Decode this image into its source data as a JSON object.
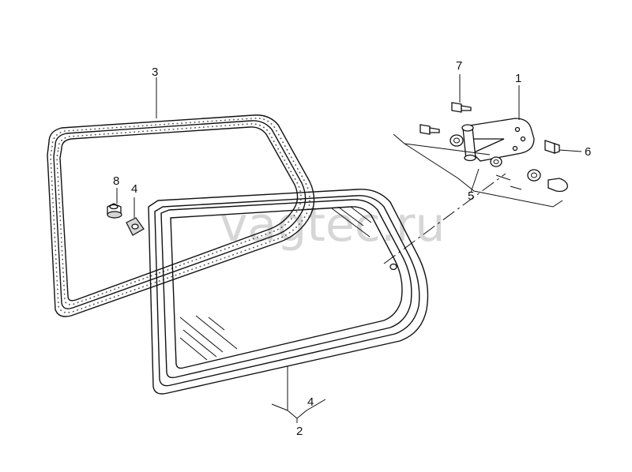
{
  "watermark": "vagtec.ru",
  "callouts": {
    "c1": "1",
    "c2": "2",
    "c3": "3",
    "c4a": "4",
    "c4b": "4",
    "c5": "5",
    "c6": "6",
    "c7": "7",
    "c8": "8"
  }
}
